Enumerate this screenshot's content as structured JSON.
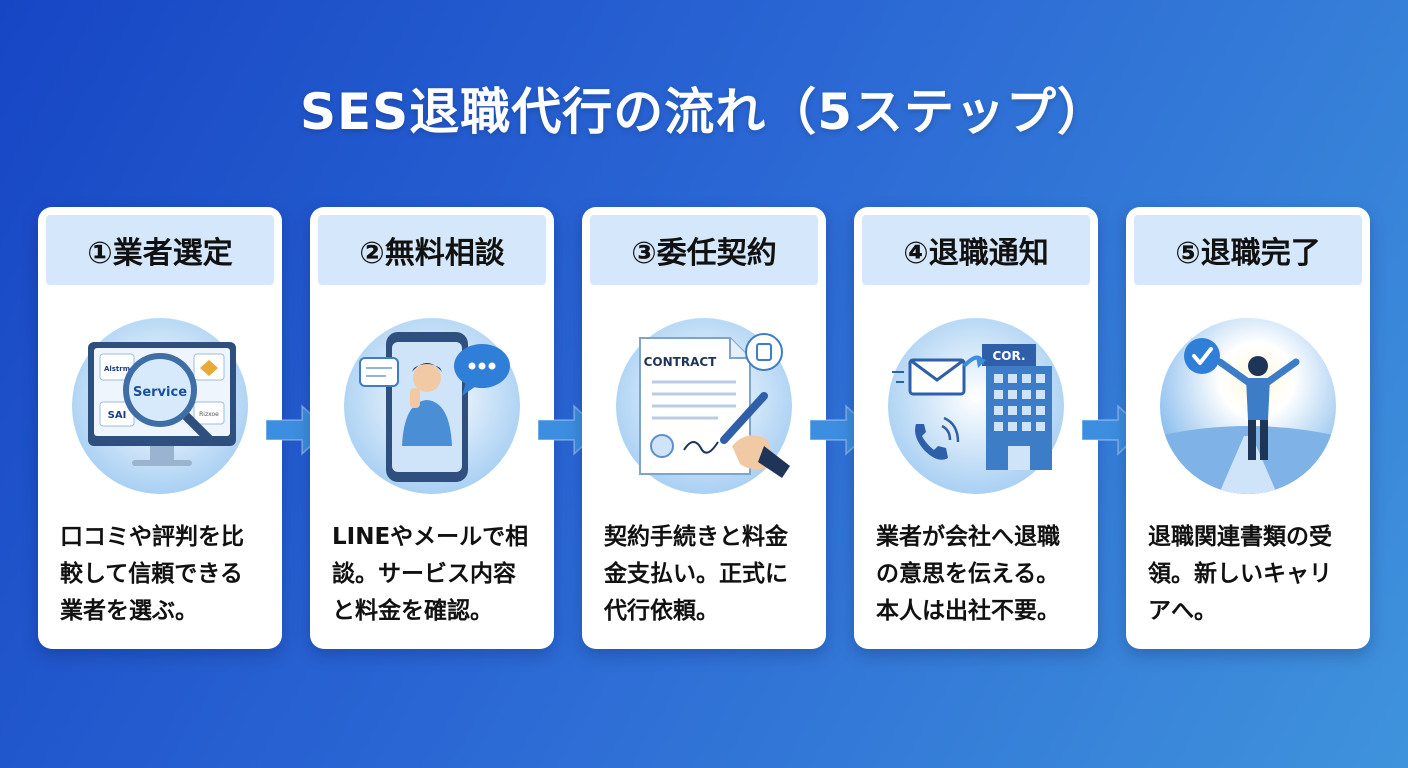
{
  "title": "SES退職代行の流れ（5ステップ）",
  "steps": [
    {
      "heading": "①業者選定",
      "icon": "monitor-search-icon",
      "illustration_labels": {
        "screen_center": "Service",
        "logo_1": "Alstrm",
        "logo_2": "SAI",
        "logo_3": "Rizxoe"
      },
      "lines": [
        "口コミや評判を比",
        "較して信頼できる",
        "業者を選ぶ。"
      ]
    },
    {
      "heading": "②無料相談",
      "icon": "smartphone-chat-icon",
      "lines": [
        "LINEやメールで相",
        "談。サービス内容",
        "と料金を確認。"
      ]
    },
    {
      "heading": "③委任契約",
      "icon": "contract-sign-icon",
      "illustration_labels": {
        "document_title": "CONTRACT"
      },
      "lines": [
        "契約手続きと料金",
        "金支払い。正式に",
        "代行依頼。"
      ]
    },
    {
      "heading": "④退職通知",
      "icon": "company-notice-icon",
      "illustration_labels": {
        "building_sign": "COR."
      },
      "lines": [
        "業者が会社へ退職",
        "の意思を伝える。",
        "本人は出社不要。"
      ]
    },
    {
      "heading": "⑤退職完了",
      "icon": "complete-celebrate-icon",
      "lines": [
        "退職関連書類の受",
        "領。新しいキャリ",
        "アへ。"
      ]
    }
  ],
  "colors": {
    "background_start": "#1746c4",
    "background_end": "#3f93dc",
    "card": "#ffffff",
    "card_header": "#d5e7fa",
    "arrow": "#3d8ee0",
    "accent": "#2f7fd8"
  }
}
